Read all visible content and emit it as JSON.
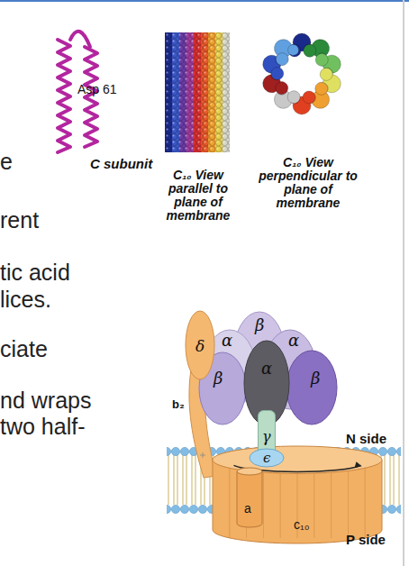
{
  "diagram": {
    "nodes": [
      {
        "text": [
          "β"
        ]
      },
      {
        "text": [
          "α"
        ]
      },
      {
        "text": [
          "α"
        ]
      },
      {
        "text": [
          "β"
        ]
      },
      {
        "text": [
          "β"
        ]
      },
      {
        "text": [
          "α"
        ]
      },
      {
        "text": [
          "δ"
        ]
      },
      {
        "text": [
          "c₁₀"
        ]
      },
      {
        "text": [
          "a"
        ]
      },
      {
        "text": [
          "γ"
        ]
      },
      {
        "text": [
          "ϵ"
        ]
      }
    ],
    "labels": [
      "e",
      "rent",
      "tic acid",
      "lices.",
      "ciate",
      "nd wraps",
      "two half-",
      "Asp 61",
      "C subunit",
      "C₁₀ View parallel to plane of membrane",
      "C₁₀ View perpendicular to plane of membrane",
      "b₂",
      "N side",
      "P side"
    ]
  }
}
